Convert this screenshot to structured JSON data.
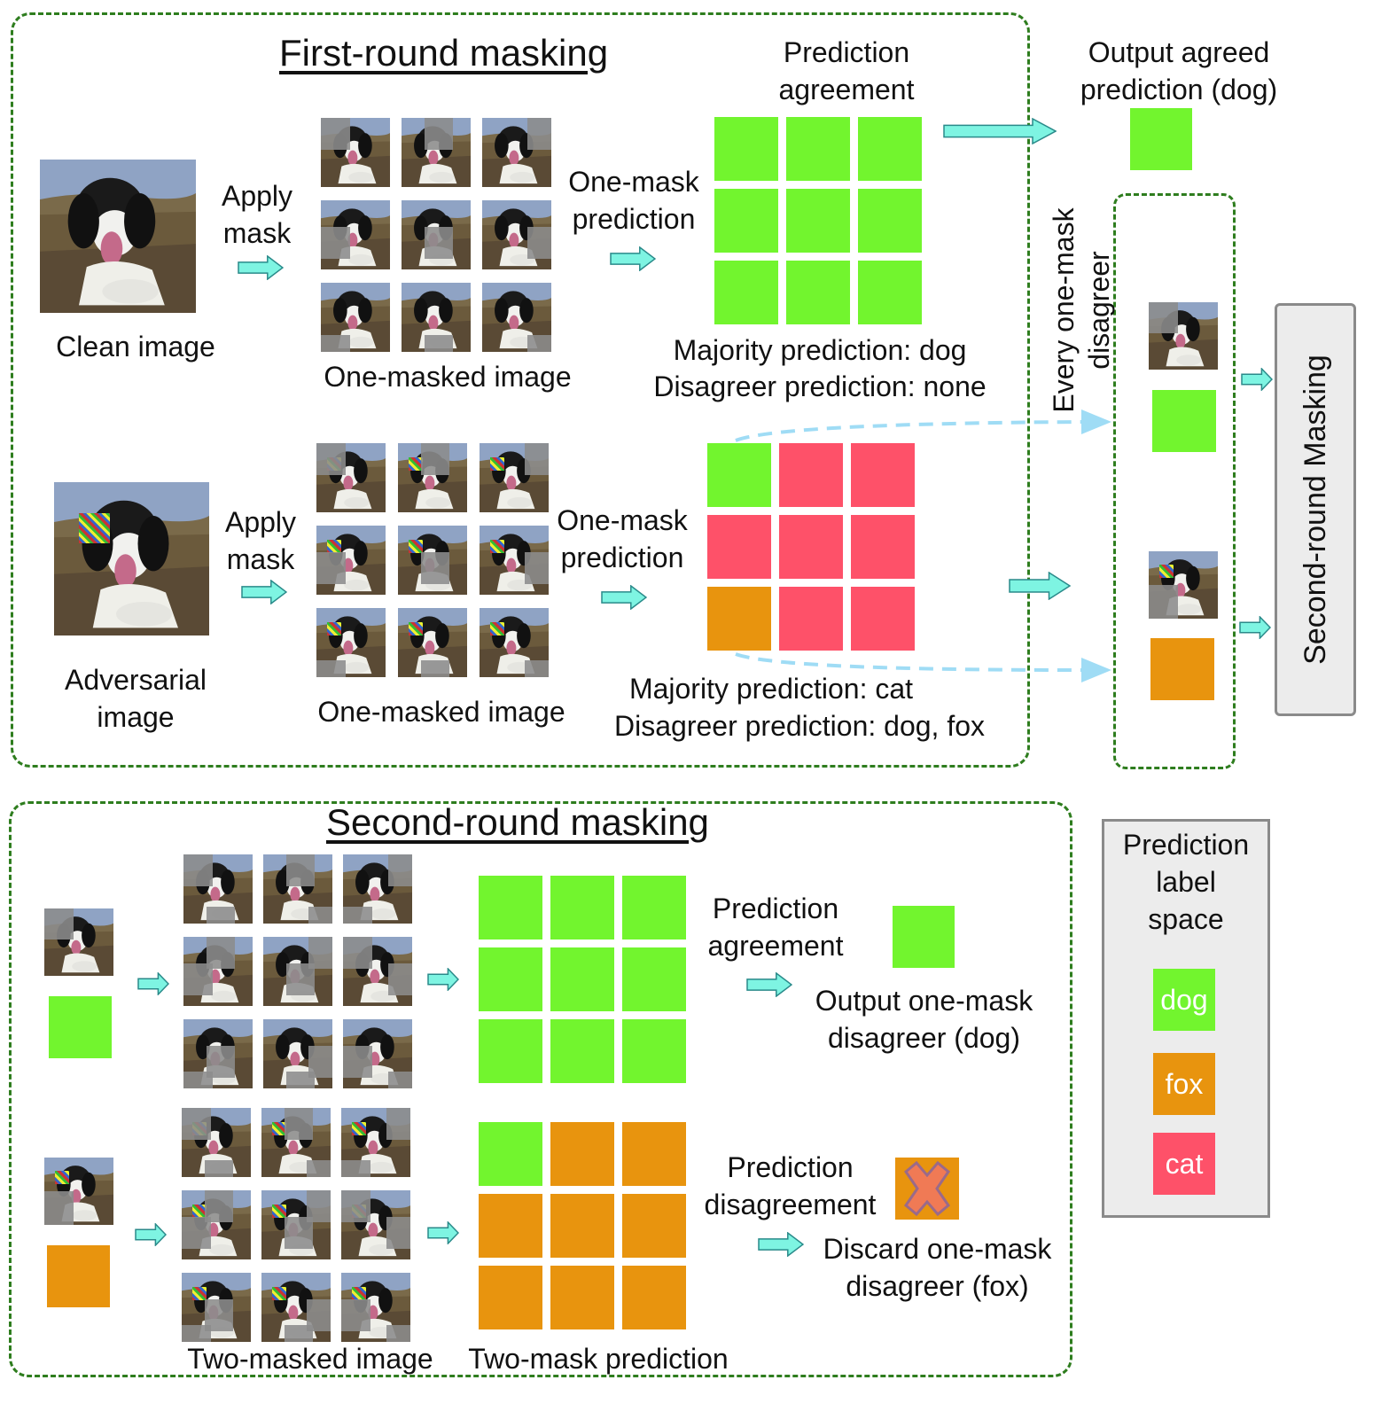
{
  "colors": {
    "dog": "#72f52e",
    "cat": "#fe5169",
    "fox": "#e8940e",
    "arrow": "#7ef4e2",
    "dashed_arrow": "#9fdcf5",
    "panel_border": "#2e7d1e"
  },
  "first_round": {
    "title": "First-round masking",
    "clean": {
      "image_label": "Clean image",
      "apply_label": "Apply\nmask",
      "masked_label": "One-masked image",
      "predict_label": "One-mask\nprediction",
      "grid": [
        "dog",
        "dog",
        "dog",
        "dog",
        "dog",
        "dog",
        "dog",
        "dog",
        "dog"
      ],
      "agreement_label": "Prediction\nagreement",
      "majority_label": "Majority prediction: dog",
      "disagreer_label": "Disagreer prediction: none"
    },
    "adversarial": {
      "image_label": "Adversarial\nimage",
      "apply_label": "Apply\nmask",
      "masked_label": "One-masked image",
      "predict_label": "One-mask\nprediction",
      "grid": [
        "dog",
        "cat",
        "cat",
        "cat",
        "cat",
        "cat",
        "fox",
        "cat",
        "cat"
      ],
      "majority_label": "Majority prediction: cat",
      "disagreer_label": "Disagreer prediction: dog, fox"
    },
    "output_label": "Output agreed\nprediction (dog)",
    "output_color": "dog",
    "every_label": "Every one-mask\ndisagreer",
    "disagreer_colors": [
      "dog",
      "fox"
    ],
    "second_round_box": "Second-round Masking"
  },
  "second_round": {
    "title": "Second-round masking",
    "top": {
      "input_color": "dog",
      "grid": [
        "dog",
        "dog",
        "dog",
        "dog",
        "dog",
        "dog",
        "dog",
        "dog",
        "dog"
      ],
      "agreement_label": "Prediction\nagreement",
      "result_color": "dog",
      "output_label": "Output one-mask\ndisagreer (dog)"
    },
    "bottom": {
      "input_color": "fox",
      "grid": [
        "dog",
        "fox",
        "fox",
        "fox",
        "fox",
        "fox",
        "fox",
        "fox",
        "fox"
      ],
      "disagreement_label": "Prediction\ndisagreement",
      "result_color": "fox",
      "discard_label": "Discard one-mask\ndisagreer (fox)"
    },
    "masked_label": "Two-masked image",
    "predict_label": "Two-mask prediction"
  },
  "legend": {
    "title": "Prediction\nlabel\nspace",
    "items": [
      {
        "label": "dog",
        "color": "dog"
      },
      {
        "label": "fox",
        "color": "fox"
      },
      {
        "label": "cat",
        "color": "cat"
      }
    ]
  },
  "icons": {
    "thumbnail": "dog-photo-icon",
    "arrow": "right-arrow-icon",
    "discard": "cross-icon"
  }
}
